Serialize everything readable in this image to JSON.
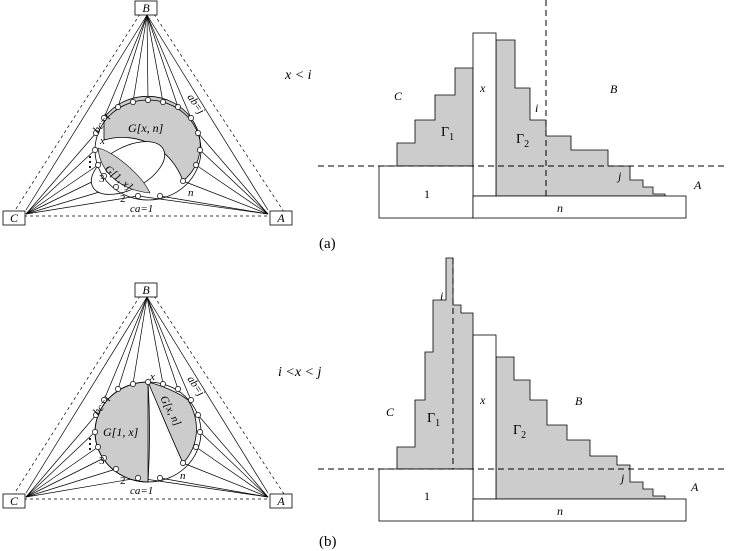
{
  "panel_a": {
    "triangle": {
      "B": "B",
      "C": "C",
      "A": "A",
      "bc": "bc=i",
      "ab": "ab=j",
      "ca": "ca=1",
      "region": "G[x, n]",
      "inner": "G[1, x]",
      "x": "x",
      "n": "n",
      "two": "2",
      "three": "3"
    },
    "condition": "x < i",
    "chart": {
      "C": "C",
      "B": "B",
      "A": "A",
      "x": "x",
      "i": "i",
      "j": "j",
      "gamma1": "Γ",
      "gamma1_sub": "1",
      "gamma2": "Γ",
      "gamma2_sub": "2",
      "box1": "1",
      "boxn": "n"
    },
    "caption": "(a)"
  },
  "panel_b": {
    "triangle": {
      "B": "B",
      "C": "C",
      "A": "A",
      "bc": "bc=i",
      "ab": "ab=j",
      "ca": "ca=1",
      "left_region": "G[1, x]",
      "right_region": "G[x, n]",
      "x": "x",
      "n": "n",
      "two": "2",
      "three": "3"
    },
    "condition": "i <x < j",
    "chart": {
      "C": "C",
      "B": "B",
      "A": "A",
      "x": "x",
      "i": "i",
      "j": "j",
      "gamma1": "Γ",
      "gamma1_sub": "1",
      "gamma2": "Γ",
      "gamma2_sub": "2",
      "box1": "1",
      "boxn": "n"
    },
    "caption": "(b)"
  },
  "colors": {
    "region_fill": "#cccccc",
    "stroke": "#000000"
  }
}
